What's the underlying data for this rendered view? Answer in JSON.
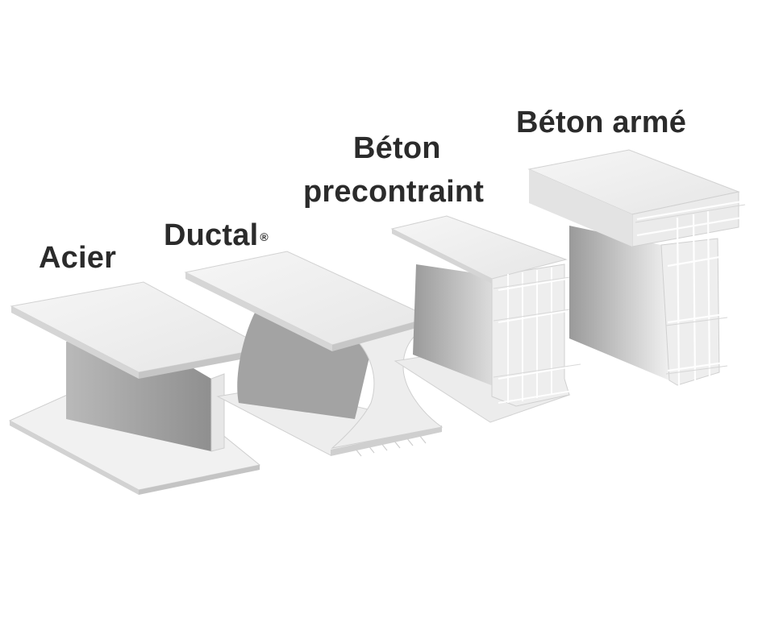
{
  "labels": {
    "acier": "Acier",
    "ductal": "Ductal",
    "ductal_mark": "®",
    "beton_precontraint_line1": "Béton",
    "beton_precontraint_line2": "precontraint",
    "beton_arme": "Béton armé"
  },
  "colors": {
    "surface_light": "#f2f2f2",
    "surface_mid": "#d9d9d9",
    "surface_dark": "#a8a8a8",
    "edge": "#c8c8c8",
    "text": "#2b2b2b",
    "rebar": "#ffffff"
  }
}
